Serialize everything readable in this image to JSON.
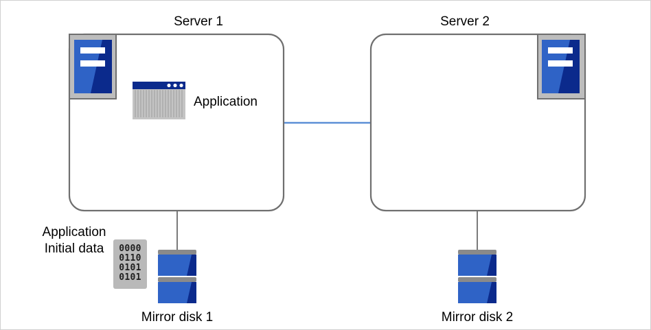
{
  "servers": [
    {
      "label": "Server 1"
    },
    {
      "label": "Server 2"
    }
  ],
  "application": {
    "label": "Application"
  },
  "initial_data": {
    "label_line1": "Application",
    "label_line2": "Initial data",
    "bits": [
      "0000",
      "0110",
      "0101",
      "0101"
    ]
  },
  "disks": [
    {
      "label": "Mirror disk 1"
    },
    {
      "label": "Mirror disk 2"
    }
  ],
  "colors": {
    "server_blue": "#2f63c6",
    "server_dark": "#0b2a8c",
    "network_line": "#5b8fd6",
    "box_border": "#6f6f6f"
  }
}
